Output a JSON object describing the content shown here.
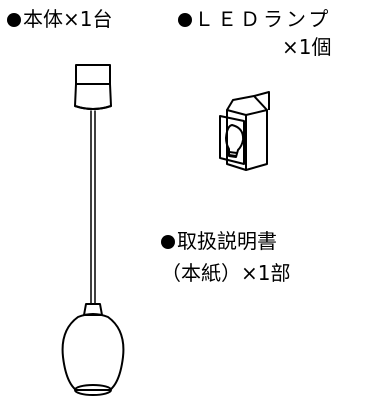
{
  "items": {
    "body": {
      "label": "本体×1台"
    },
    "led": {
      "label": "ＬＥＤランプ",
      "qty": "×1個"
    },
    "manual": {
      "label": "取扱説明書",
      "qty": "（本紙）×1部"
    }
  },
  "colors": {
    "ink": "#000000",
    "background": "#ffffff"
  },
  "icons": [
    "pendant-lamp-icon",
    "led-bulb-box-icon"
  ]
}
